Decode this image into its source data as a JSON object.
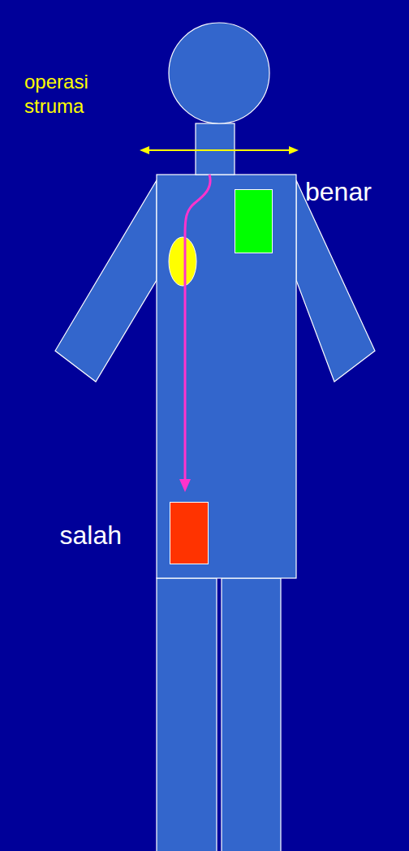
{
  "diagram": {
    "nodes": [
      {
        "text": [
          "benar"
        ]
      },
      {
        "text": [
          "salah"
        ]
      }
    ],
    "labels": [
      "operasi struma"
    ]
  }
}
